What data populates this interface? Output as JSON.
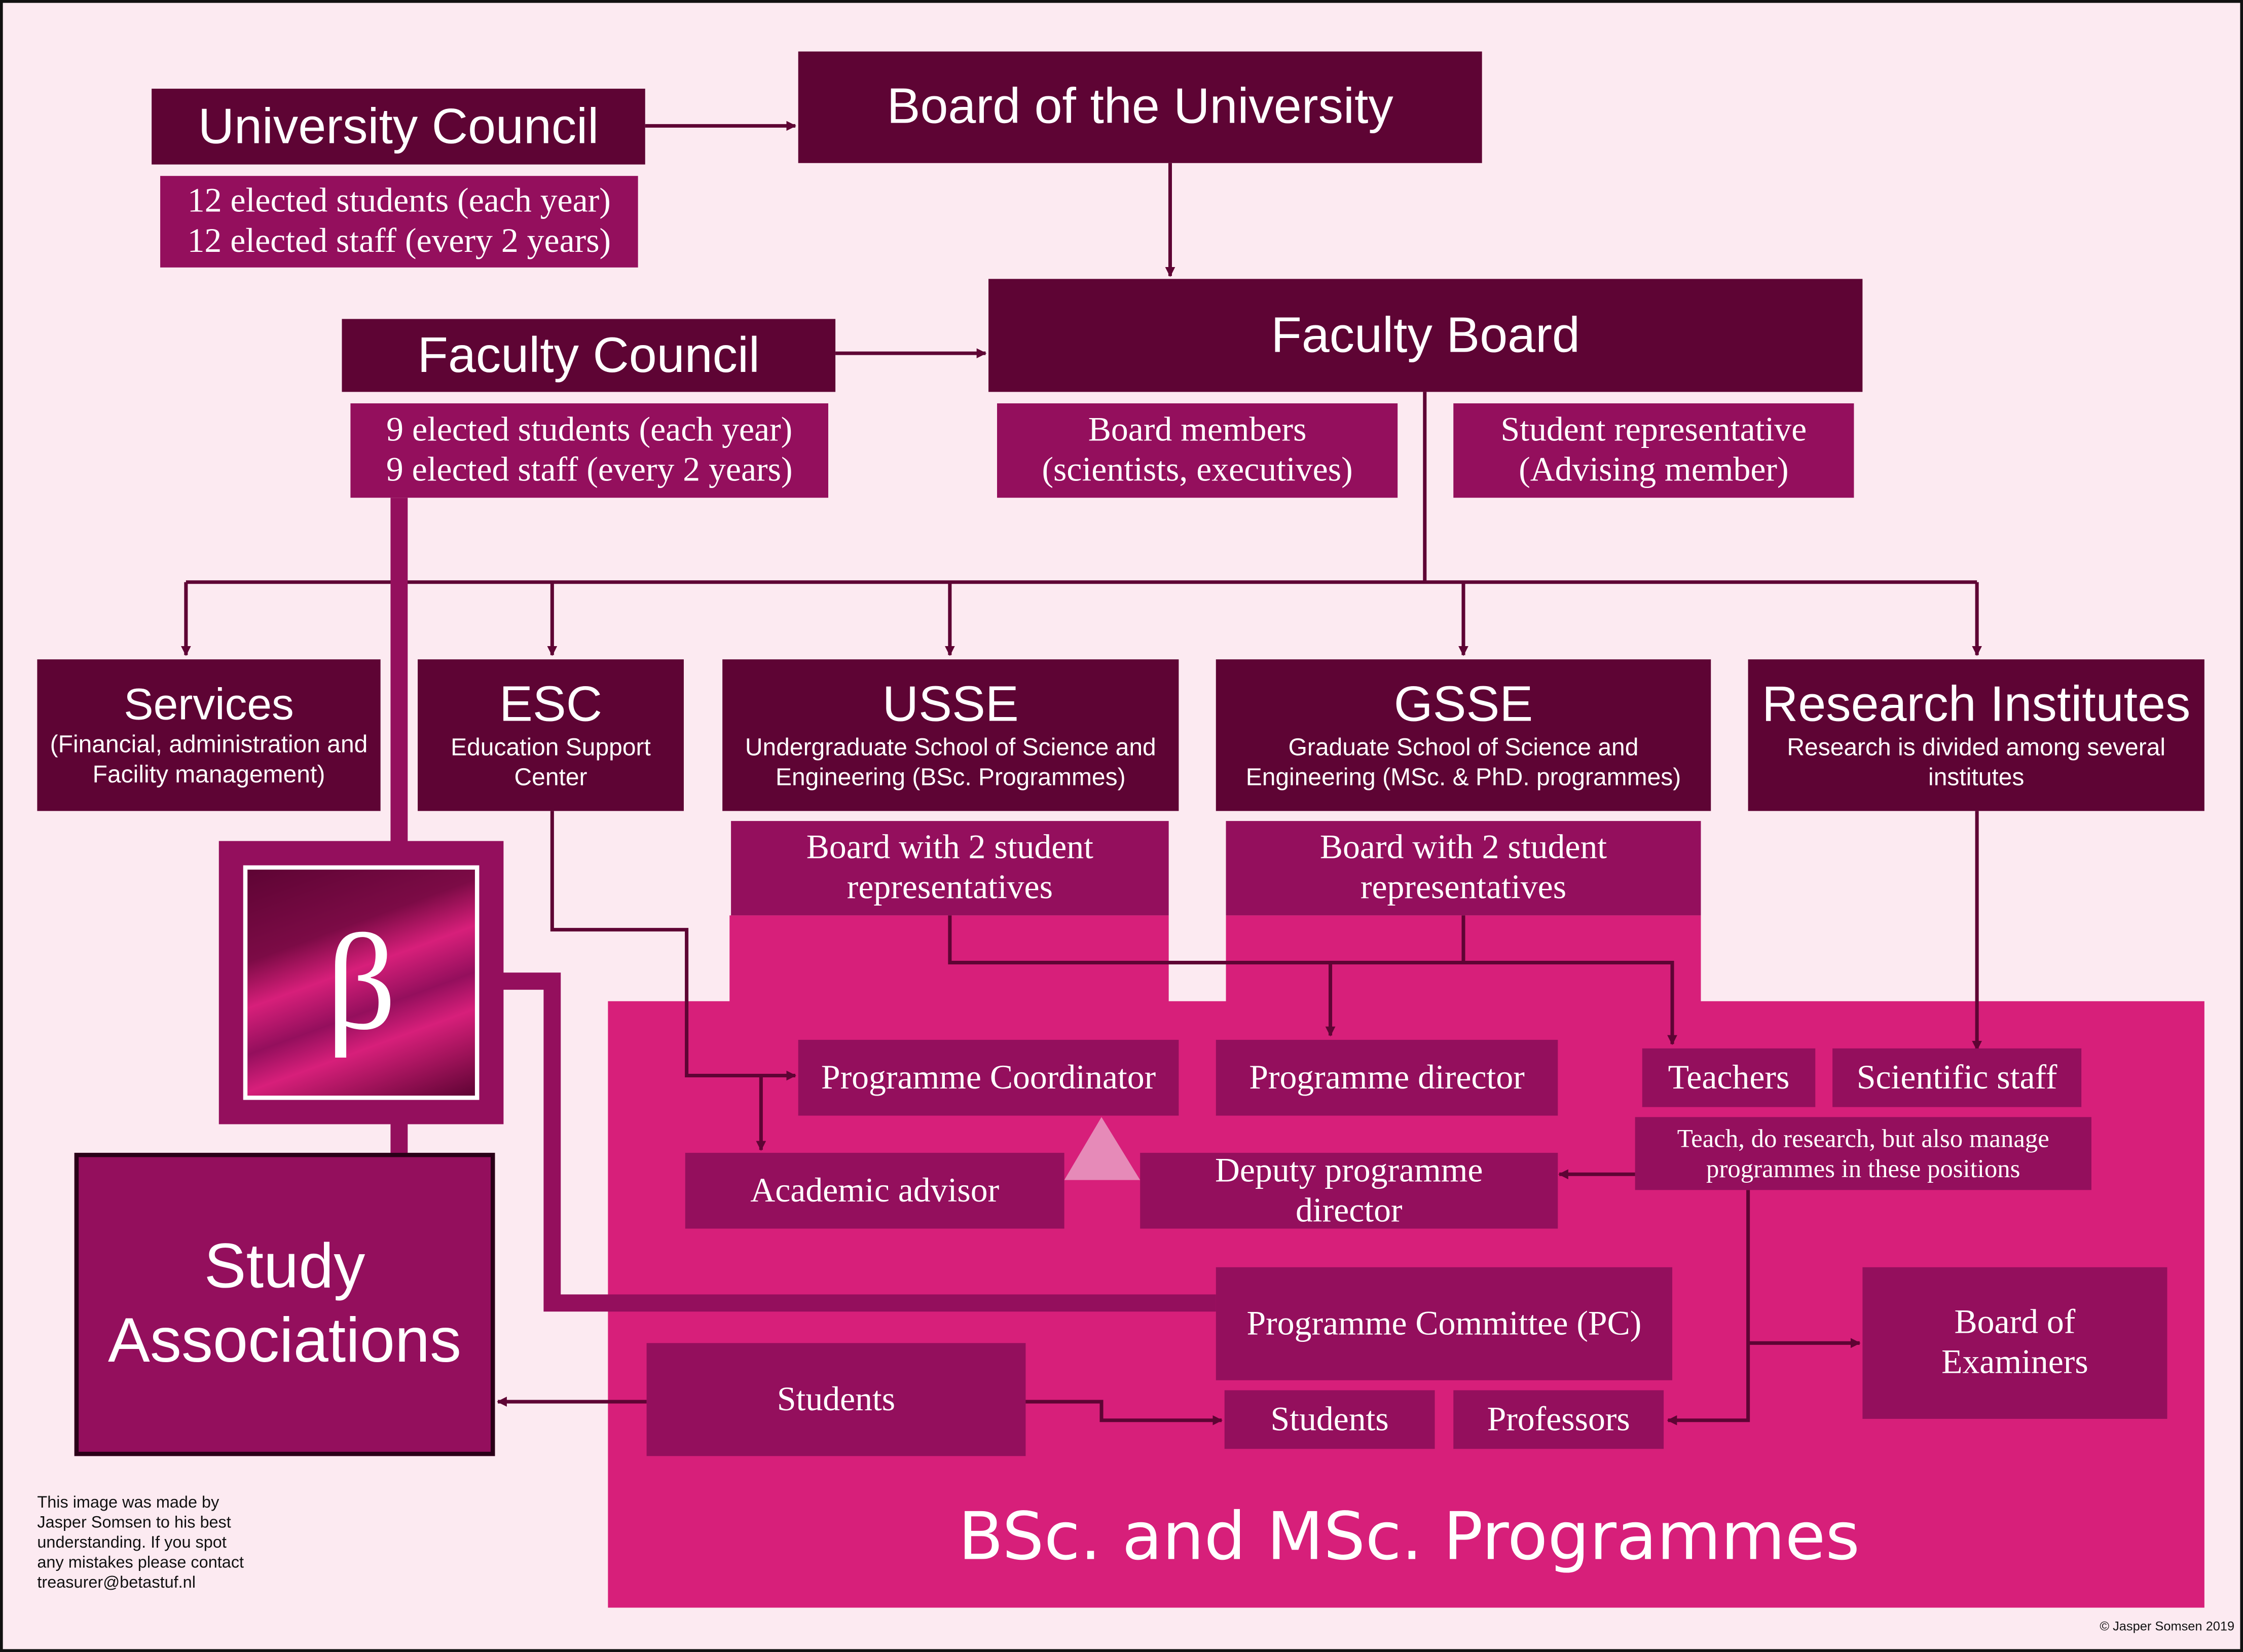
{
  "colors": {
    "background": "#fceaf1",
    "dark_plum": "#5e0434",
    "medium_magenta": "#940f5d",
    "bright_pink": "#d71f7a",
    "light_pink": "#e68ab8",
    "text": "#ffffff"
  },
  "university_council": {
    "title": "University Council",
    "members_line1": "12 elected students (each year)",
    "members_line2": "12 elected staff (every 2 years)"
  },
  "board_of_university": {
    "title": "Board of the University"
  },
  "faculty_council": {
    "title": "Faculty Council",
    "members_line1": "9 elected students (each year)",
    "members_line2": "9 elected staff (every 2 years)"
  },
  "faculty_board": {
    "title": "Faculty Board",
    "board_members_line1": "Board members",
    "board_members_line2": "(scientists, executives)",
    "student_rep_line1": "Student representative",
    "student_rep_line2": "(Advising member)"
  },
  "services": {
    "title": "Services",
    "desc_line1": "(Financial, administration and",
    "desc_line2": "Facility management)"
  },
  "esc": {
    "title": "ESC",
    "desc_line1": "Education Support",
    "desc_line2": "Center"
  },
  "usse": {
    "title": "USSE",
    "desc_line1": "Undergraduate School of Science and",
    "desc_line2": "Engineering (BSc. Programmes)",
    "board_line1": "Board with 2 student",
    "board_line2": "representatives"
  },
  "gsse": {
    "title": "GSSE",
    "desc_line1": "Graduate School of Science and",
    "desc_line2": "Engineering (MSc. & PhD. programmes)",
    "board_line1": "Board with 2 student",
    "board_line2": "representatives"
  },
  "research_institutes": {
    "title": "Research Institutes",
    "desc_line1": "Research is divided among several",
    "desc_line2": "institutes"
  },
  "logo": {
    "symbol": "β"
  },
  "study_associations": {
    "line1": "Study",
    "line2": "Associations"
  },
  "programmes": {
    "title": "BSc. and MSc. Programmes",
    "programme_coordinator": "Programme Coordinator",
    "programme_director": "Programme director",
    "teachers": "Teachers",
    "scientific_staff": "Scientific staff",
    "teachers_note_line1": "Teach, do research, but also manage",
    "teachers_note_line2": "programmes in these positions",
    "academic_advisor": "Academic advisor",
    "deputy_line1": "Deputy programme",
    "deputy_line2": "director",
    "programme_committee": "Programme Committee (PC)",
    "students_left": "Students",
    "pc_students": "Students",
    "pc_professors": "Professors",
    "board_examiners_line1": "Board of",
    "board_examiners_line2": "Examiners"
  },
  "footer": {
    "disclaimer_line1": "This image was made by",
    "disclaimer_line2": "Jasper Somsen to his best",
    "disclaimer_line3": "understanding. If you spot",
    "disclaimer_line4": "any mistakes please contact",
    "disclaimer_line5": "treasurer@betastuf.nl",
    "copyright": "© Jasper Somsen 2019"
  }
}
